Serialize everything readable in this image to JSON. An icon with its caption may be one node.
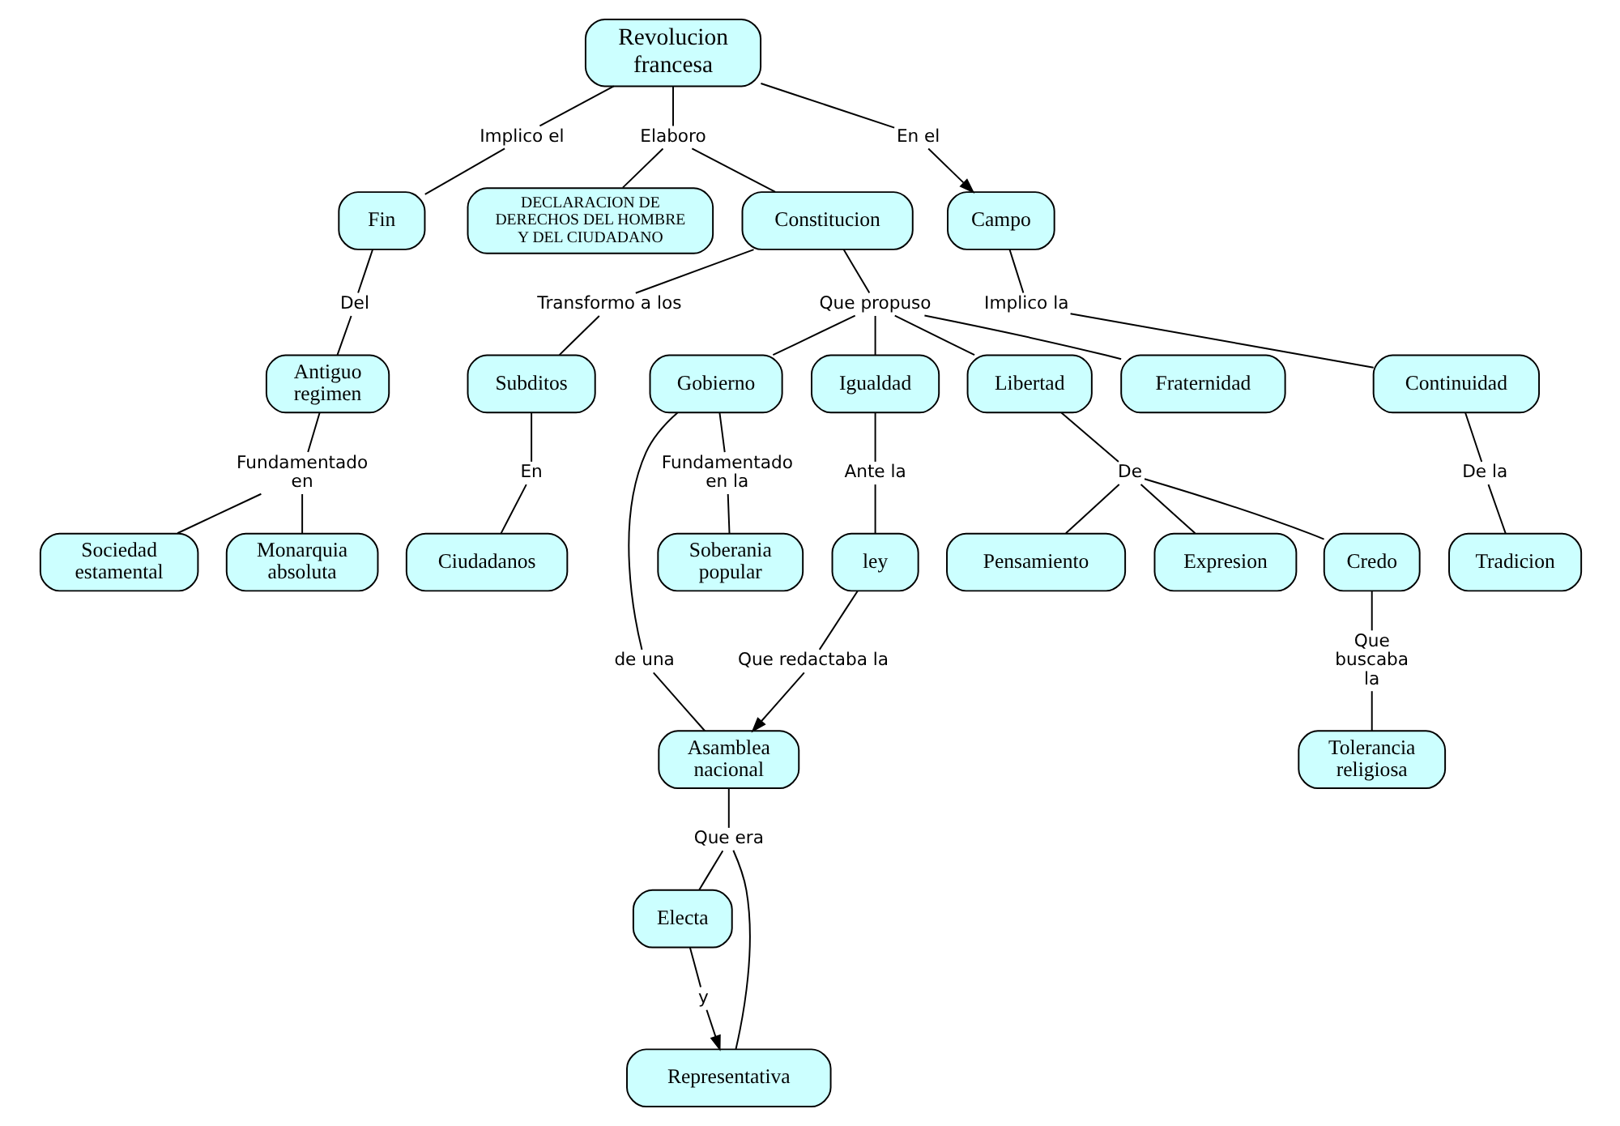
{
  "diagram": {
    "nodes": [
      {
        "text": [
          "Revolucion francesa"
        ]
      },
      {
        "text": [
          "Implico el"
        ]
      },
      {
        "text": [
          "Elaboro"
        ]
      },
      {
        "text": [
          "En el"
        ]
      },
      {
        "text": [
          "Fin"
        ]
      },
      {
        "text": [
          "DECLARACION DE DERECHOS DEL HOMBRE Y DEL CIUDADANO"
        ]
      },
      {
        "text": [
          "Campo"
        ]
      },
      {
        "text": [
          "Constitucion"
        ]
      },
      {
        "text": [
          "Implico la"
        ]
      },
      {
        "text": [
          "Transformo a los"
        ]
      },
      {
        "text": [
          "Del"
        ]
      },
      {
        "text": [
          "Subditos"
        ]
      },
      {
        "text": [
          "Continuidad"
        ]
      },
      {
        "text": [
          "Antiguo regimen"
        ]
      },
      {
        "text": [
          "Que propuso"
        ]
      },
      {
        "text": [
          "En"
        ]
      },
      {
        "text": [
          "Ciudadanos"
        ]
      },
      {
        "text": [
          "De la"
        ]
      },
      {
        "text": [
          "Igualdad"
        ]
      },
      {
        "text": [
          "Libertad"
        ]
      },
      {
        "text": [
          "Fraternidad"
        ]
      },
      {
        "text": [
          "Gobierno"
        ]
      },
      {
        "text": [
          "Fundamentado en"
        ]
      },
      {
        "text": [
          "Ante la"
        ]
      },
      {
        "text": [
          "Tradicion"
        ]
      },
      {
        "text": [
          "Sociedad estamental"
        ]
      },
      {
        "text": [
          "Monarquia absoluta"
        ]
      },
      {
        "text": [
          "Fundamentado en la"
        ]
      },
      {
        "text": [
          "de una"
        ]
      },
      {
        "text": [
          "De"
        ]
      },
      {
        "text": [
          "Credo"
        ]
      },
      {
        "text": [
          "Pensamiento"
        ]
      },
      {
        "text": [
          "Soberania popular"
        ]
      },
      {
        "text": [
          "Asamblea nacional"
        ]
      },
      {
        "text": [
          "Expresion"
        ]
      },
      {
        "text": [
          "Que buscaba la"
        ]
      },
      {
        "text": [
          "Que era"
        ]
      },
      {
        "text": [
          "Tolerancia religiosa"
        ]
      },
      {
        "text": [
          "Electa"
        ]
      },
      {
        "text": [
          "y"
        ]
      },
      {
        "text": [
          "Representativa"
        ]
      },
      {
        "text": [
          "ley"
        ]
      },
      {
        "text": [
          "Que redactaba la"
        ]
      }
    ],
    "edges": [
      {
        "from": 0,
        "to": 1,
        "arrow": "none"
      },
      {
        "from": 1,
        "to": 4,
        "arrow": "none"
      },
      {
        "from": 0,
        "to": 2,
        "arrow": "none"
      },
      {
        "from": 2,
        "to": 5,
        "arrow": "none"
      },
      {
        "from": 2,
        "to": 7,
        "arrow": "none"
      },
      {
        "from": 0,
        "to": 3,
        "arrow": "none"
      },
      {
        "from": 3,
        "to": 6,
        "arrow": "to"
      },
      {
        "from": 6,
        "to": 8,
        "arrow": "none"
      },
      {
        "from": 8,
        "to": 12,
        "arrow": "none"
      },
      {
        "from": 7,
        "to": 9,
        "arrow": "none"
      },
      {
        "from": 9,
        "to": 11,
        "arrow": "none"
      },
      {
        "from": 4,
        "to": 10,
        "arrow": "none"
      },
      {
        "from": 10,
        "to": 13,
        "arrow": "none"
      },
      {
        "from": 11,
        "to": 15,
        "arrow": "none"
      },
      {
        "from": 15,
        "to": 16,
        "arrow": "none"
      },
      {
        "from": 12,
        "to": 17,
        "arrow": "none"
      },
      {
        "from": 17,
        "to": 24,
        "arrow": "none"
      },
      {
        "from": 7,
        "to": 14,
        "arrow": "none"
      },
      {
        "from": 14,
        "to": 18,
        "arrow": "none"
      },
      {
        "from": 14,
        "to": 19,
        "arrow": "none"
      },
      {
        "from": 14,
        "to": 20,
        "arrow": "none"
      },
      {
        "from": 14,
        "to": 21,
        "arrow": "none"
      },
      {
        "from": 13,
        "to": 22,
        "arrow": "none"
      },
      {
        "from": 22,
        "to": 25,
        "arrow": "none"
      },
      {
        "from": 22,
        "to": 26,
        "arrow": "none"
      },
      {
        "from": 18,
        "to": 23,
        "arrow": "none"
      },
      {
        "from": 23,
        "to": 41,
        "arrow": "none"
      },
      {
        "from": 19,
        "to": 29,
        "arrow": "none"
      },
      {
        "from": 29,
        "to": 31,
        "arrow": "none"
      },
      {
        "from": 29,
        "to": 34,
        "arrow": "none"
      },
      {
        "from": 29,
        "to": 30,
        "arrow": "none"
      },
      {
        "from": 21,
        "to": 27,
        "arrow": "none"
      },
      {
        "from": 27,
        "to": 32,
        "arrow": "none"
      },
      {
        "from": 21,
        "to": 28,
        "arrow": "none"
      },
      {
        "from": 28,
        "to": 33,
        "arrow": "none"
      },
      {
        "from": 30,
        "to": 35,
        "arrow": "none"
      },
      {
        "from": 35,
        "to": 37,
        "arrow": "none"
      },
      {
        "from": 33,
        "to": 36,
        "arrow": "none"
      },
      {
        "from": 36,
        "to": 38,
        "arrow": "none"
      },
      {
        "from": 36,
        "to": 40,
        "arrow": "none"
      },
      {
        "from": 38,
        "to": 39,
        "arrow": "none"
      },
      {
        "from": 39,
        "to": 40,
        "arrow": "to"
      },
      {
        "from": 41,
        "to": 42,
        "arrow": "none"
      },
      {
        "from": 42,
        "to": 33,
        "arrow": "to"
      }
    ]
  }
}
